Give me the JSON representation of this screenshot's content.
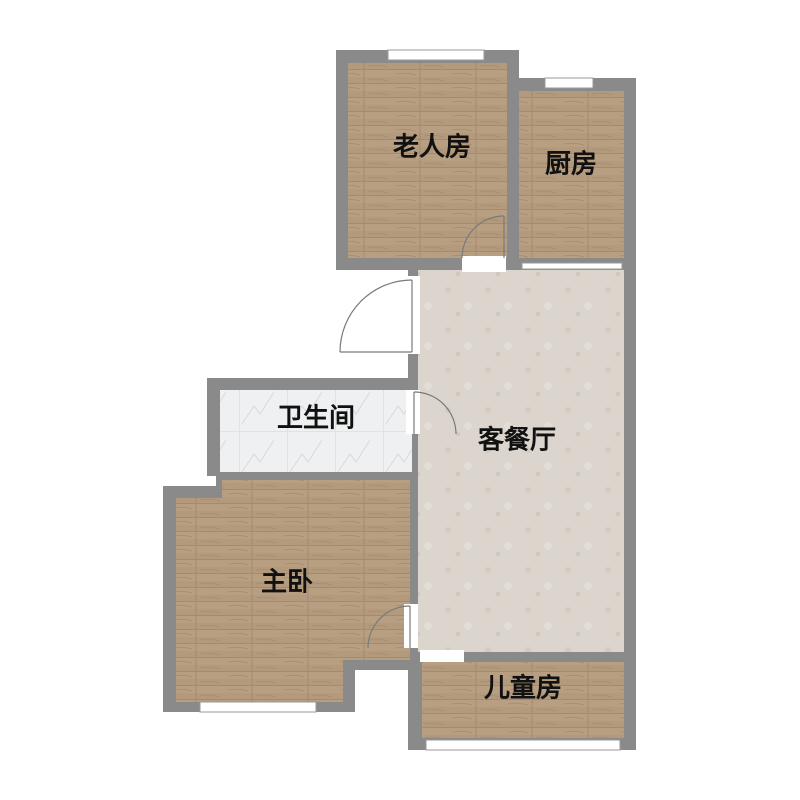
{
  "rooms": {
    "elder_room": "老人房",
    "kitchen": "厨房",
    "bathroom": "卫生间",
    "living_dining": "客餐厅",
    "master_bedroom": "主卧",
    "children_room": "儿童房"
  },
  "colors": {
    "wall": "#8a8a8a",
    "wood_floor": "#b49a7c",
    "tile_floor": "#d9d2ca",
    "bath_floor": "#eef0f1",
    "window": "#ffffff",
    "door_line": "#7a7a7a"
  }
}
